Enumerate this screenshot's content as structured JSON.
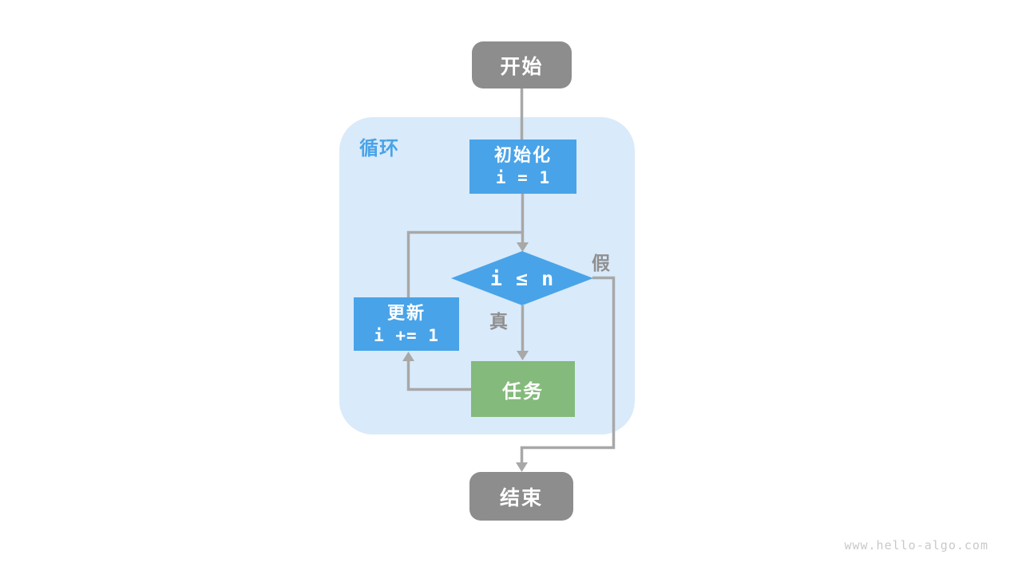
{
  "page": {
    "watermark": "www.hello-algo.com"
  },
  "colors": {
    "terminal_gray": "#8d8d8d",
    "process_blue": "#49a3e8",
    "task_green": "#84ba7c",
    "loop_region_bg": "#d9eafa",
    "connector_gray": "#a8a8a8",
    "edge_label_gray": "#8f8f8f",
    "loop_label_blue": "#49a3e8",
    "node_text_white": "#ffffff",
    "watermark_gray": "#c9c9c9"
  },
  "flowchart": {
    "loop_region_label": "循环",
    "nodes": {
      "start": {
        "label": "开始",
        "type": "terminal"
      },
      "init": {
        "label": "初始化",
        "code": "i = 1",
        "type": "process"
      },
      "condition": {
        "code": "i ≤ n",
        "type": "decision"
      },
      "update": {
        "label": "更新",
        "code": "i += 1",
        "type": "process"
      },
      "task": {
        "label": "任务",
        "type": "process"
      },
      "end": {
        "label": "结束",
        "type": "terminal"
      }
    },
    "edge_labels": {
      "true_label": "真",
      "false_label": "假"
    }
  }
}
